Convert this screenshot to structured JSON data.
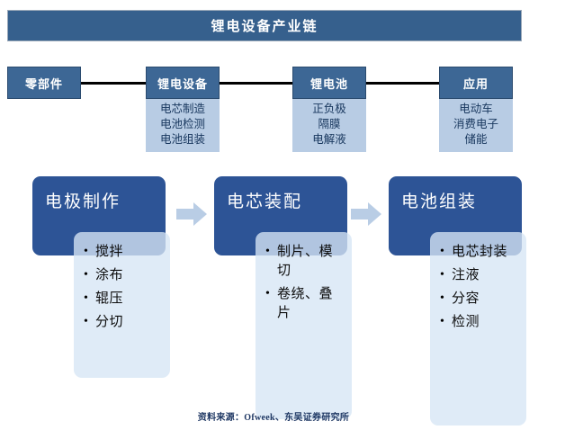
{
  "title": {
    "text": "锂电设备产业链"
  },
  "chain": {
    "nodes": [
      {
        "name": "parts",
        "label": "零部件",
        "sub_items": []
      },
      {
        "name": "equipment",
        "label": "锂电设备",
        "sub_items": [
          "电芯制造",
          "电池检测",
          "电池组装"
        ]
      },
      {
        "name": "battery",
        "label": "锂电池",
        "sub_items": [
          "正负极",
          "隔膜",
          "电解液"
        ]
      },
      {
        "name": "application",
        "label": "应用",
        "sub_items": [
          "电动车",
          "消费电子",
          "储能"
        ]
      }
    ]
  },
  "process": {
    "steps": [
      {
        "name": "electrode-manufacturing",
        "label": "电极制作",
        "items": [
          "搅拌",
          "涂布",
          "辊压",
          "分切"
        ]
      },
      {
        "name": "cell-assembly",
        "label": "电芯装配",
        "items": [
          "制片、模切",
          "卷绕、叠片"
        ]
      },
      {
        "name": "battery-pack-assembly",
        "label": "电池组装",
        "items": [
          "电芯封装",
          "注液",
          "分容",
          "检测"
        ]
      }
    ]
  },
  "footer": {
    "source": "资料来源：Ofweek、东吴证券研究所"
  },
  "colors": {
    "title_banner": "#36608d",
    "chain_head": "#3d6795",
    "chain_sub": "#b8cce4",
    "process_head": "#2d5496",
    "process_panel": "#d6e6f5",
    "arrow": "#b9cde5",
    "connector": "#000000"
  }
}
